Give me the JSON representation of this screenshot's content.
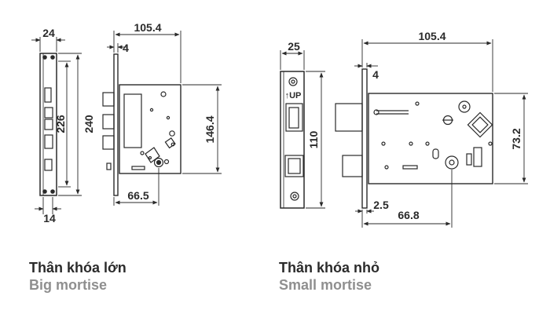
{
  "big_mortise": {
    "faceplate": {
      "width": "24",
      "height_outer": "240",
      "height_inner": "226",
      "bottom_width": "14"
    },
    "body": {
      "top_length": "105.4",
      "thickness": "4",
      "height": "146.4",
      "backset": "66.5"
    },
    "caption_vn": "Thân khóa lớn",
    "caption_en": "Big mortise"
  },
  "small_mortise": {
    "faceplate": {
      "width": "25",
      "height": "110",
      "up_label": "↑UP"
    },
    "body": {
      "top_length": "105.4",
      "thickness": "4",
      "height": "73.2",
      "offset": "2.5",
      "backset": "66.8"
    },
    "caption_vn": "Thân khóa nhỏ",
    "caption_en": "Small mortise"
  },
  "colors": {
    "line": "#2a2a2a",
    "caption_dark": "#2b2b2b",
    "caption_gray": "#8f8f8f"
  }
}
